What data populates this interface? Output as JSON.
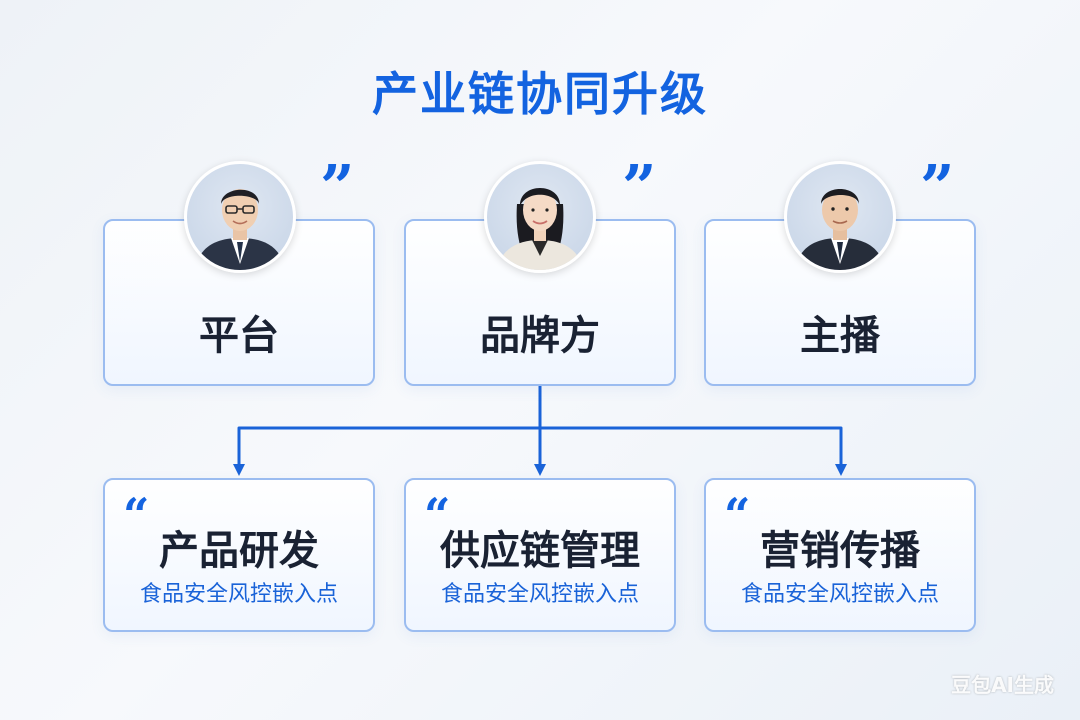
{
  "title": "产业链协同升级",
  "top_nodes": [
    {
      "label": "平台",
      "avatar": "male-avatar-glasses"
    },
    {
      "label": "品牌方",
      "avatar": "female-avatar"
    },
    {
      "label": "主播",
      "avatar": "male-avatar"
    }
  ],
  "bottom_nodes": [
    {
      "label": "产品研发",
      "sub": "食品安全风控嵌入点"
    },
    {
      "label": "供应链管理",
      "sub": "食品安全风控嵌入点"
    },
    {
      "label": "营销传播",
      "sub": "食品安全风控嵌入点"
    }
  ],
  "quote_close": "”",
  "quote_open": "“",
  "watermark": "豆包AI生成",
  "colors": {
    "accent": "#1363e0",
    "card_border": "#9bbcf0",
    "text": "#1a2233"
  }
}
